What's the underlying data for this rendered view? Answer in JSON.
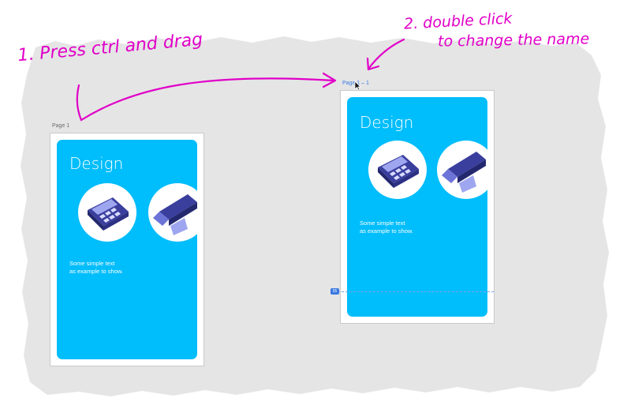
{
  "annotations": {
    "step1": "1. Press ctrl and drag",
    "step2_line1": "2. double click",
    "step2_line2": "to change the name"
  },
  "pages": [
    {
      "label": "Page 1",
      "card": {
        "title": "Design",
        "text_line1": "Some simple text",
        "text_line2": "as example to show."
      }
    },
    {
      "label": "Page 1 – 1",
      "card": {
        "title": "Design",
        "text_line1": "Some simple text",
        "text_line2": "as example to show."
      }
    }
  ],
  "guide": {
    "badge": "55"
  },
  "colors": {
    "card": "#00bdfb",
    "annotation": "#e100c8",
    "selection": "#3b79e0",
    "canvas": "#e5e5e5"
  },
  "icons": [
    "calculator-icon",
    "pen-icon",
    "cursor-icon"
  ]
}
